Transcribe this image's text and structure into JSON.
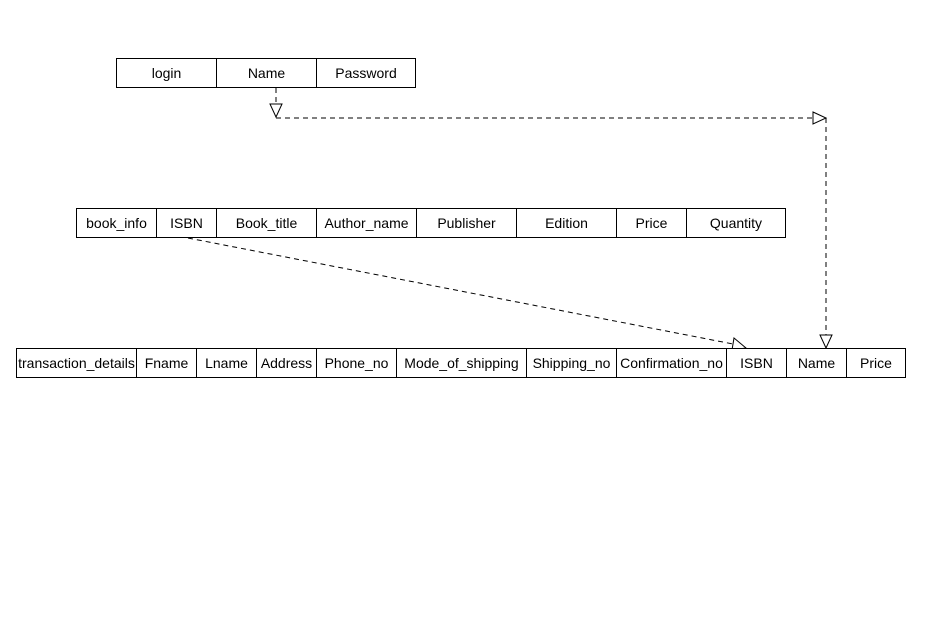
{
  "tables": {
    "login": {
      "cells": [
        "login",
        "Name",
        "Password"
      ]
    },
    "book_info": {
      "cells": [
        "book_info",
        "ISBN",
        "Book_title",
        "Author_name",
        "Publisher",
        "Edition",
        "Price",
        "Quantity"
      ]
    },
    "transaction_details": {
      "cells": [
        "transaction_details",
        "Fname",
        "Lname",
        "Address",
        "Phone_no",
        "Mode_of_shipping",
        "Shipping_no",
        "Confirmation_no",
        "ISBN",
        "Name",
        "Price"
      ]
    }
  },
  "links": [
    {
      "from": "login.Name",
      "to": "transaction_details.Name",
      "style": "dashed"
    },
    {
      "from": "book_info.ISBN",
      "to": "transaction_details.ISBN",
      "style": "dashed"
    }
  ]
}
